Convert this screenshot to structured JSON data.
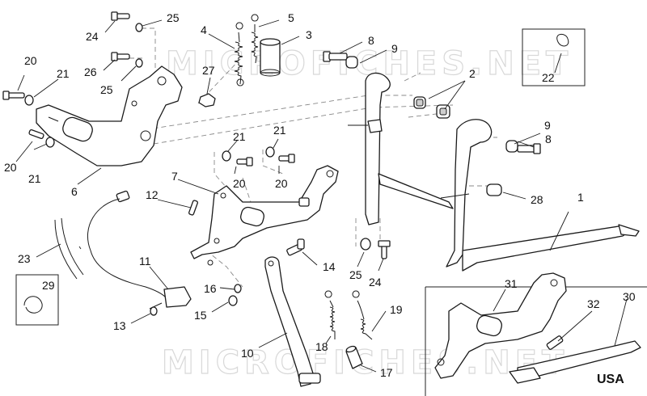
{
  "watermark": "MICROFICHES.NET",
  "region_label": "USA",
  "callouts": [
    {
      "id": "c1",
      "label": "1"
    },
    {
      "id": "c2",
      "label": "2"
    },
    {
      "id": "c3",
      "label": "3"
    },
    {
      "id": "c4",
      "label": "4"
    },
    {
      "id": "c5",
      "label": "5"
    },
    {
      "id": "c6",
      "label": "6"
    },
    {
      "id": "c7",
      "label": "7"
    },
    {
      "id": "c8a",
      "label": "8"
    },
    {
      "id": "c8b",
      "label": "8"
    },
    {
      "id": "c9a",
      "label": "9"
    },
    {
      "id": "c9b",
      "label": "9"
    },
    {
      "id": "c10",
      "label": "10"
    },
    {
      "id": "c11",
      "label": "11"
    },
    {
      "id": "c12",
      "label": "12"
    },
    {
      "id": "c13",
      "label": "13"
    },
    {
      "id": "c14",
      "label": "14"
    },
    {
      "id": "c15",
      "label": "15"
    },
    {
      "id": "c16",
      "label": "16"
    },
    {
      "id": "c17",
      "label": "17"
    },
    {
      "id": "c18",
      "label": "18"
    },
    {
      "id": "c19",
      "label": "19"
    },
    {
      "id": "c20a",
      "label": "20"
    },
    {
      "id": "c20b",
      "label": "20"
    },
    {
      "id": "c20c",
      "label": "20"
    },
    {
      "id": "c20d",
      "label": "20"
    },
    {
      "id": "c21a",
      "label": "21"
    },
    {
      "id": "c21b",
      "label": "21"
    },
    {
      "id": "c21c",
      "label": "21"
    },
    {
      "id": "c21d",
      "label": "21"
    },
    {
      "id": "c22",
      "label": "22"
    },
    {
      "id": "c23",
      "label": "23"
    },
    {
      "id": "c24a",
      "label": "24"
    },
    {
      "id": "c24b",
      "label": "24"
    },
    {
      "id": "c25a",
      "label": "25"
    },
    {
      "id": "c25b",
      "label": "25"
    },
    {
      "id": "c25c",
      "label": "25"
    },
    {
      "id": "c26",
      "label": "26"
    },
    {
      "id": "c27",
      "label": "27"
    },
    {
      "id": "c28",
      "label": "28"
    },
    {
      "id": "c29",
      "label": "29"
    },
    {
      "id": "c30",
      "label": "30"
    },
    {
      "id": "c31",
      "label": "31"
    },
    {
      "id": "c32",
      "label": "32"
    }
  ]
}
